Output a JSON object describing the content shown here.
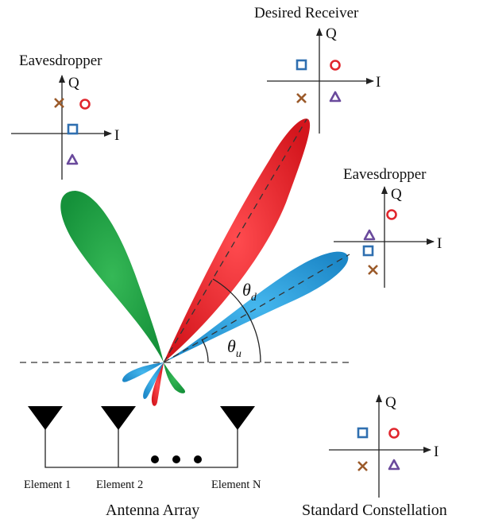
{
  "labels": {
    "desired_receiver": "Desired Receiver",
    "eavesdropper": "Eavesdropper",
    "standard_constellation": "Standard Constellation",
    "antenna_array": "Antenna Array",
    "element_1": "Element 1",
    "element_2": "Element 2",
    "element_n": "Element N",
    "axis_i": "I",
    "axis_q": "Q",
    "theta": "θ",
    "sub_d": "d",
    "sub_u": "u"
  },
  "colors": {
    "beam_desired": "#e8262d",
    "beam_eavesdropper_right": "#2a9bd8",
    "beam_eavesdropper_left": "#22a645",
    "square": "#2f6fb0",
    "circle": "#e0262d",
    "triangle": "#6a4a9c",
    "cross": "#9b5a2a",
    "antenna": "#000000"
  },
  "symbols": [
    "square",
    "circle",
    "triangle",
    "cross"
  ]
}
